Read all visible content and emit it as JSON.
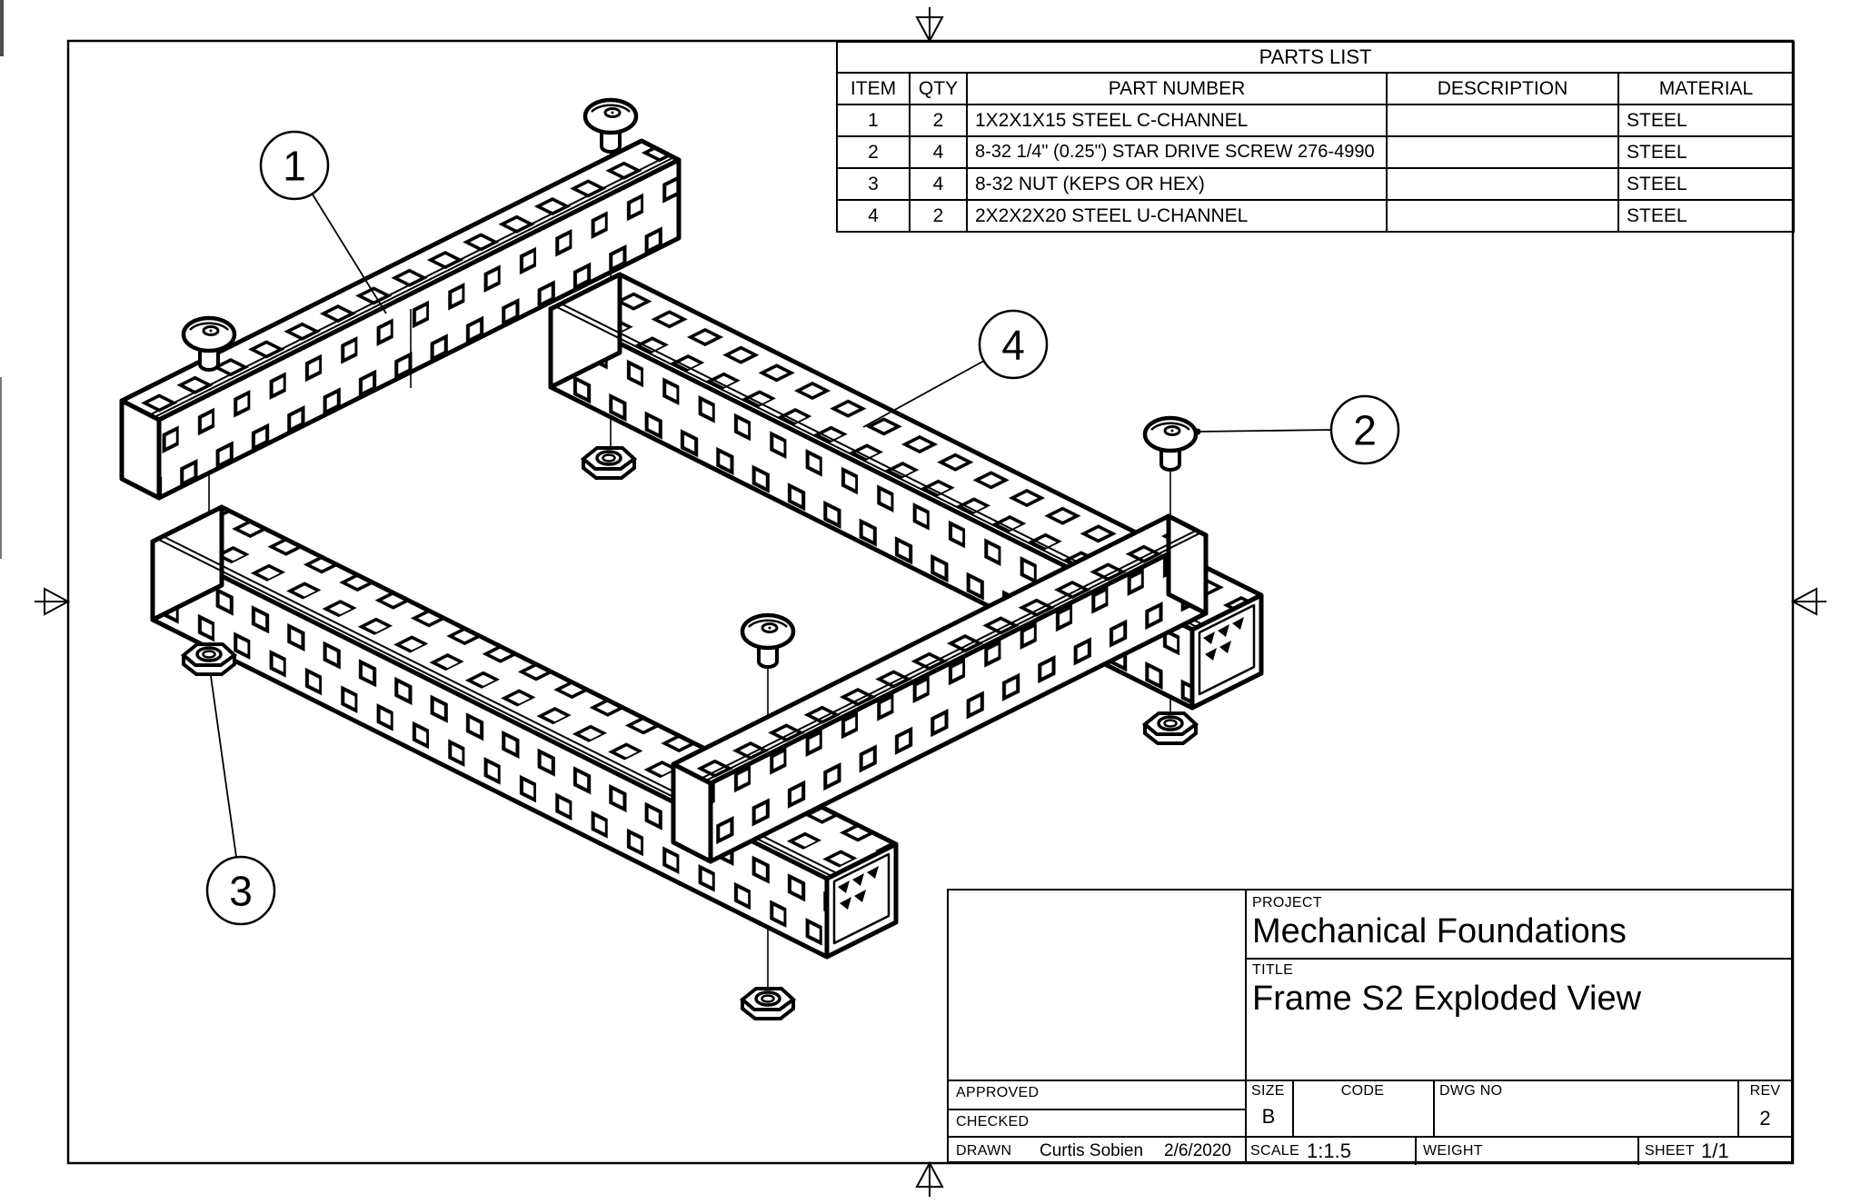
{
  "parts_list": {
    "title": "PARTS LIST",
    "columns": [
      "ITEM",
      "QTY",
      "PART NUMBER",
      "DESCRIPTION",
      "MATERIAL"
    ],
    "rows": [
      {
        "item": "1",
        "qty": "2",
        "part_number": "1X2X1X15 STEEL C-CHANNEL",
        "description": "",
        "material": "STEEL"
      },
      {
        "item": "2",
        "qty": "4",
        "part_number": "8-32 1/4\" (0.25\") STAR DRIVE SCREW 276-4990",
        "description": "",
        "material": "STEEL"
      },
      {
        "item": "3",
        "qty": "4",
        "part_number": "8-32 NUT (KEPS OR HEX)",
        "description": "",
        "material": "STEEL"
      },
      {
        "item": "4",
        "qty": "2",
        "part_number": "2X2X2X20 STEEL U-CHANNEL",
        "description": "",
        "material": "STEEL"
      }
    ]
  },
  "balloons": {
    "b1": "1",
    "b2": "2",
    "b3": "3",
    "b4": "4"
  },
  "title_block": {
    "project_label": "PROJECT",
    "project": "Mechanical Foundations",
    "title_label": "TITLE",
    "title": "Frame S2 Exploded View",
    "approved_label": "APPROVED",
    "approved": "",
    "checked_label": "CHECKED",
    "checked": "",
    "drawn_label": "DRAWN",
    "drawn_by": "Curtis Sobien",
    "drawn_date": "2/6/2020",
    "size_label": "SIZE",
    "size": "B",
    "code_label": "CODE",
    "code": "",
    "dwg_no_label": "DWG NO",
    "dwg_no": "",
    "rev_label": "REV",
    "rev": "2",
    "scale_label": "SCALE",
    "scale": "1:1.5",
    "weight_label": "WEIGHT",
    "weight": "",
    "sheet_label": "SHEET",
    "sheet": "1/1"
  }
}
